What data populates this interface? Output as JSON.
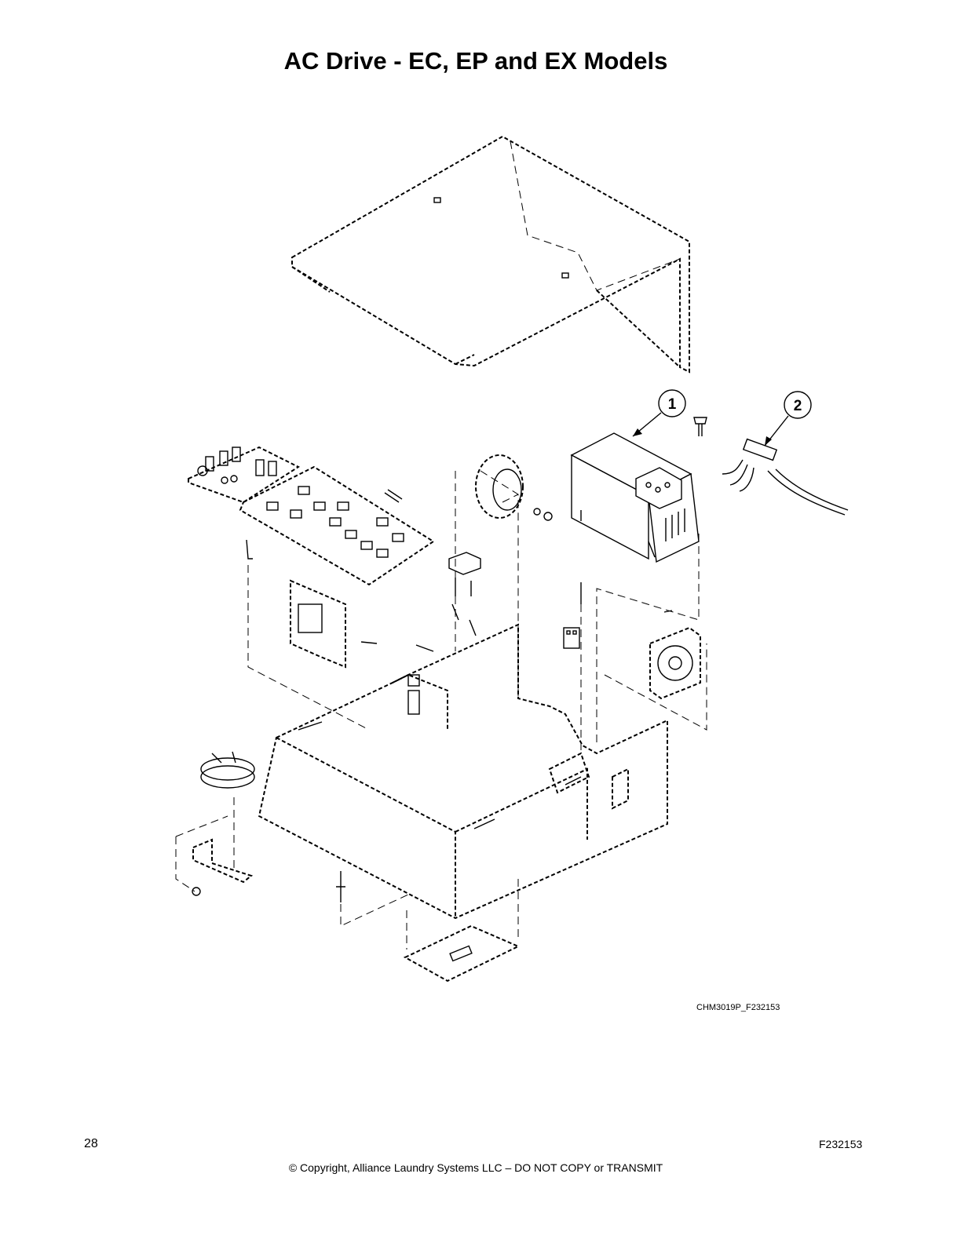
{
  "page": {
    "title": "AC Drive - EC, EP and EX Models",
    "drawing_code": "CHM3019P_F232153",
    "page_number": "28",
    "copyright": "© Copyright, Alliance Laundry Systems LLC – DO NOT COPY or TRANSMIT",
    "doc_code": "F232153"
  },
  "callouts": [
    {
      "label": "1"
    },
    {
      "label": "2"
    }
  ]
}
